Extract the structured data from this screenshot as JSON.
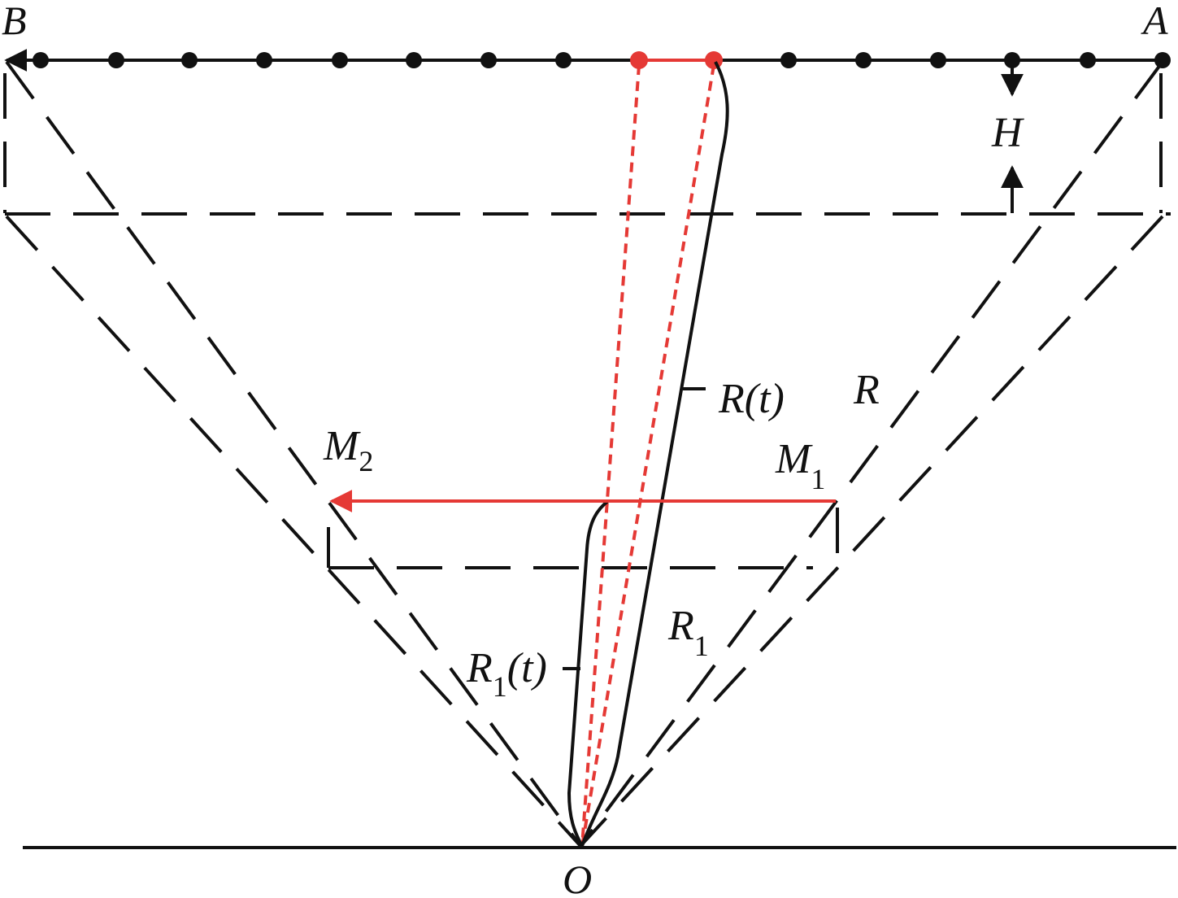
{
  "colors": {
    "line": "#111111",
    "highlight": "#e53935",
    "background": "#ffffff"
  },
  "labels": {
    "point_b": "B",
    "point_a": "A",
    "height": "H",
    "origin": "O",
    "range_t": "R(t)",
    "range": "R",
    "m1": "M",
    "m1_sub": "1",
    "m2": "M",
    "m2_sub": "2",
    "r1": "R",
    "r1_sub": "1",
    "r1t_main": "R",
    "r1t_sub": "1",
    "r1t_suffix": "(t)"
  },
  "track": {
    "black_point_count": 14,
    "red_point_count": 2
  }
}
